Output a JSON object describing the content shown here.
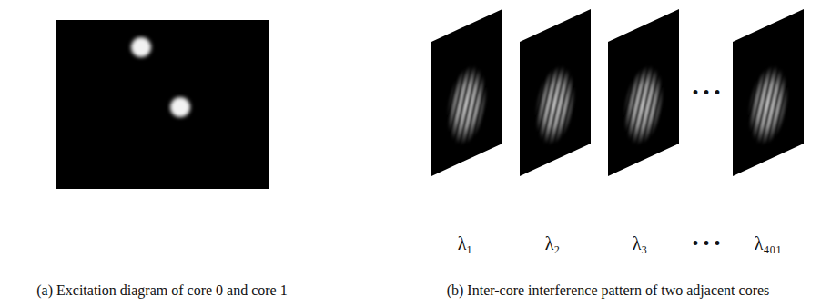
{
  "diagram": {
    "labels": [
      "• • •",
      "λ₁",
      "λ₂",
      "λ₃",
      "• • •",
      "λ₄₀₁",
      "(a) Excitation diagram of core 0 and core 1",
      "(b) Inter-core interference pattern of two adjacent cores"
    ]
  }
}
